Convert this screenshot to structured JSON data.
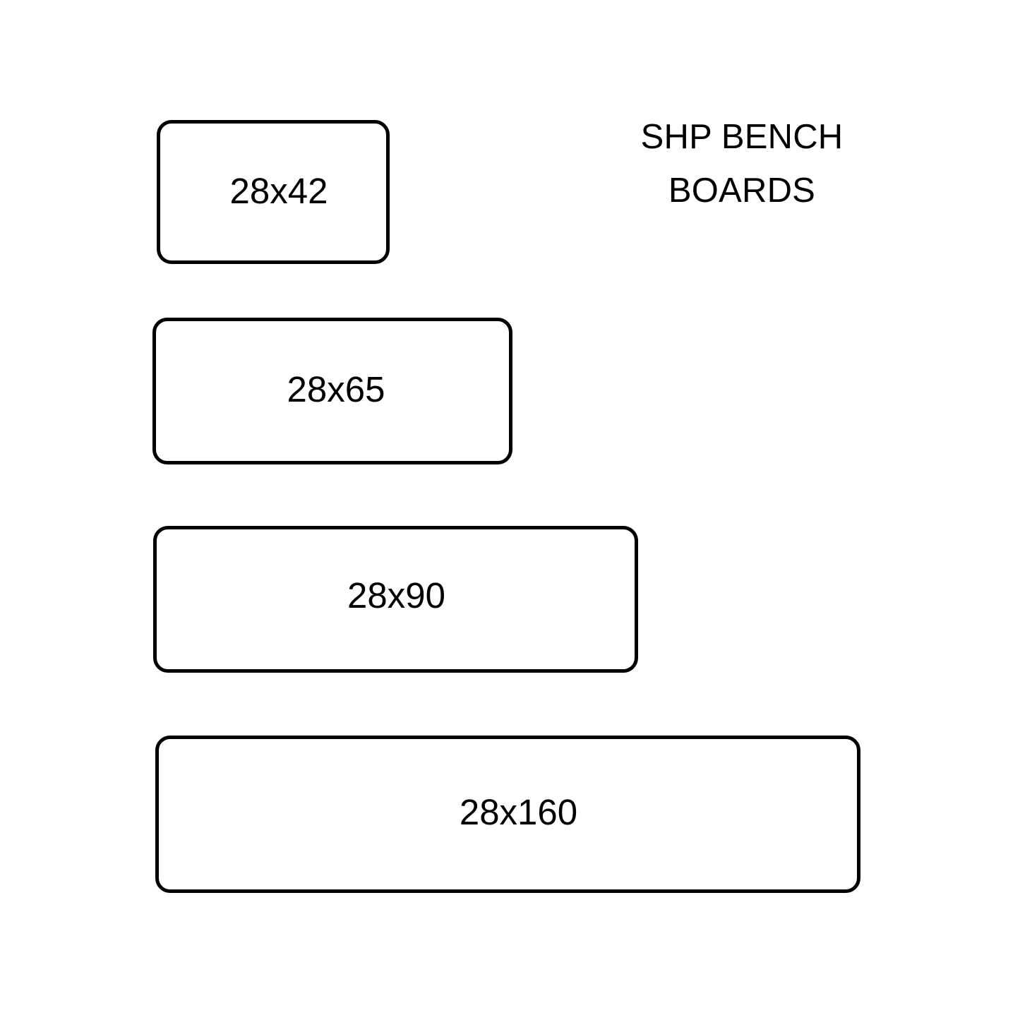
{
  "page": {
    "background_color": "#ffffff",
    "line_color": "#000000",
    "text_color": "#000000"
  },
  "title": {
    "full_text": "SHP BENCH BOARDS",
    "line1": "SHP BENCH",
    "line2": "BOARDS"
  },
  "boards": [
    {
      "label": "28x42",
      "thickness_mm": 28,
      "width_mm": 42
    },
    {
      "label": "28x65",
      "thickness_mm": 28,
      "width_mm": 65
    },
    {
      "label": "28x90",
      "thickness_mm": 28,
      "width_mm": 90
    },
    {
      "label": "28x160",
      "thickness_mm": 28,
      "width_mm": 160
    }
  ]
}
